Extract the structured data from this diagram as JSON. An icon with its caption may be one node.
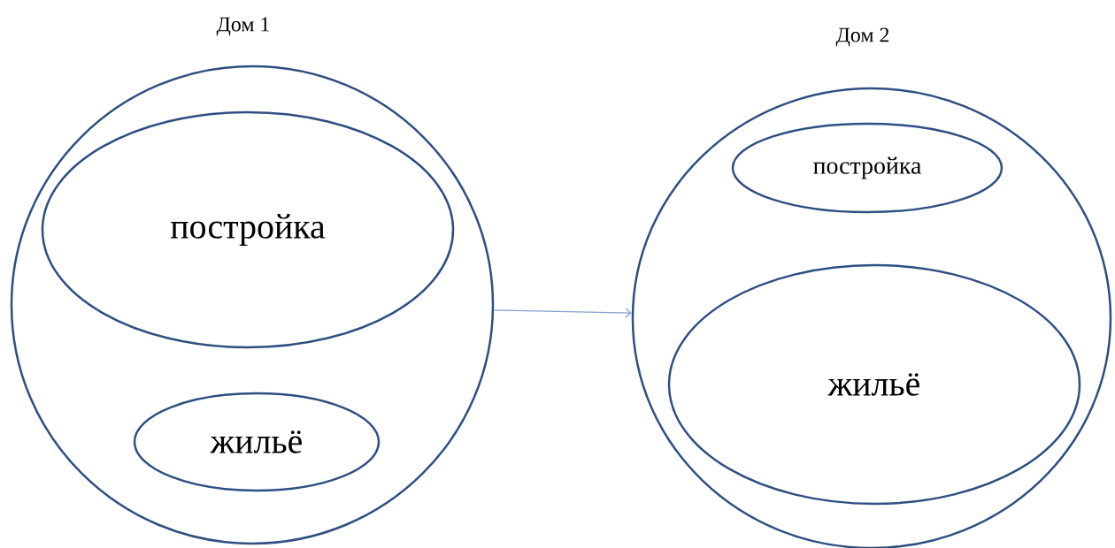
{
  "diagram": {
    "nodes": [
      {
        "text": [
          "Дом 1"
        ]
      },
      {
        "text": [
          "постройка"
        ],
        "in": 0
      },
      {
        "text": [
          "жильё"
        ],
        "in": 0
      },
      {
        "text": [
          "Дом 2"
        ]
      },
      {
        "text": [
          "постройка"
        ],
        "in": 3
      },
      {
        "text": [
          "жильё"
        ],
        "in": 3
      }
    ],
    "edges": [
      {
        "from": 0,
        "to": 3,
        "arrow": "to",
        "color": "#7f9fcf"
      }
    ]
  }
}
